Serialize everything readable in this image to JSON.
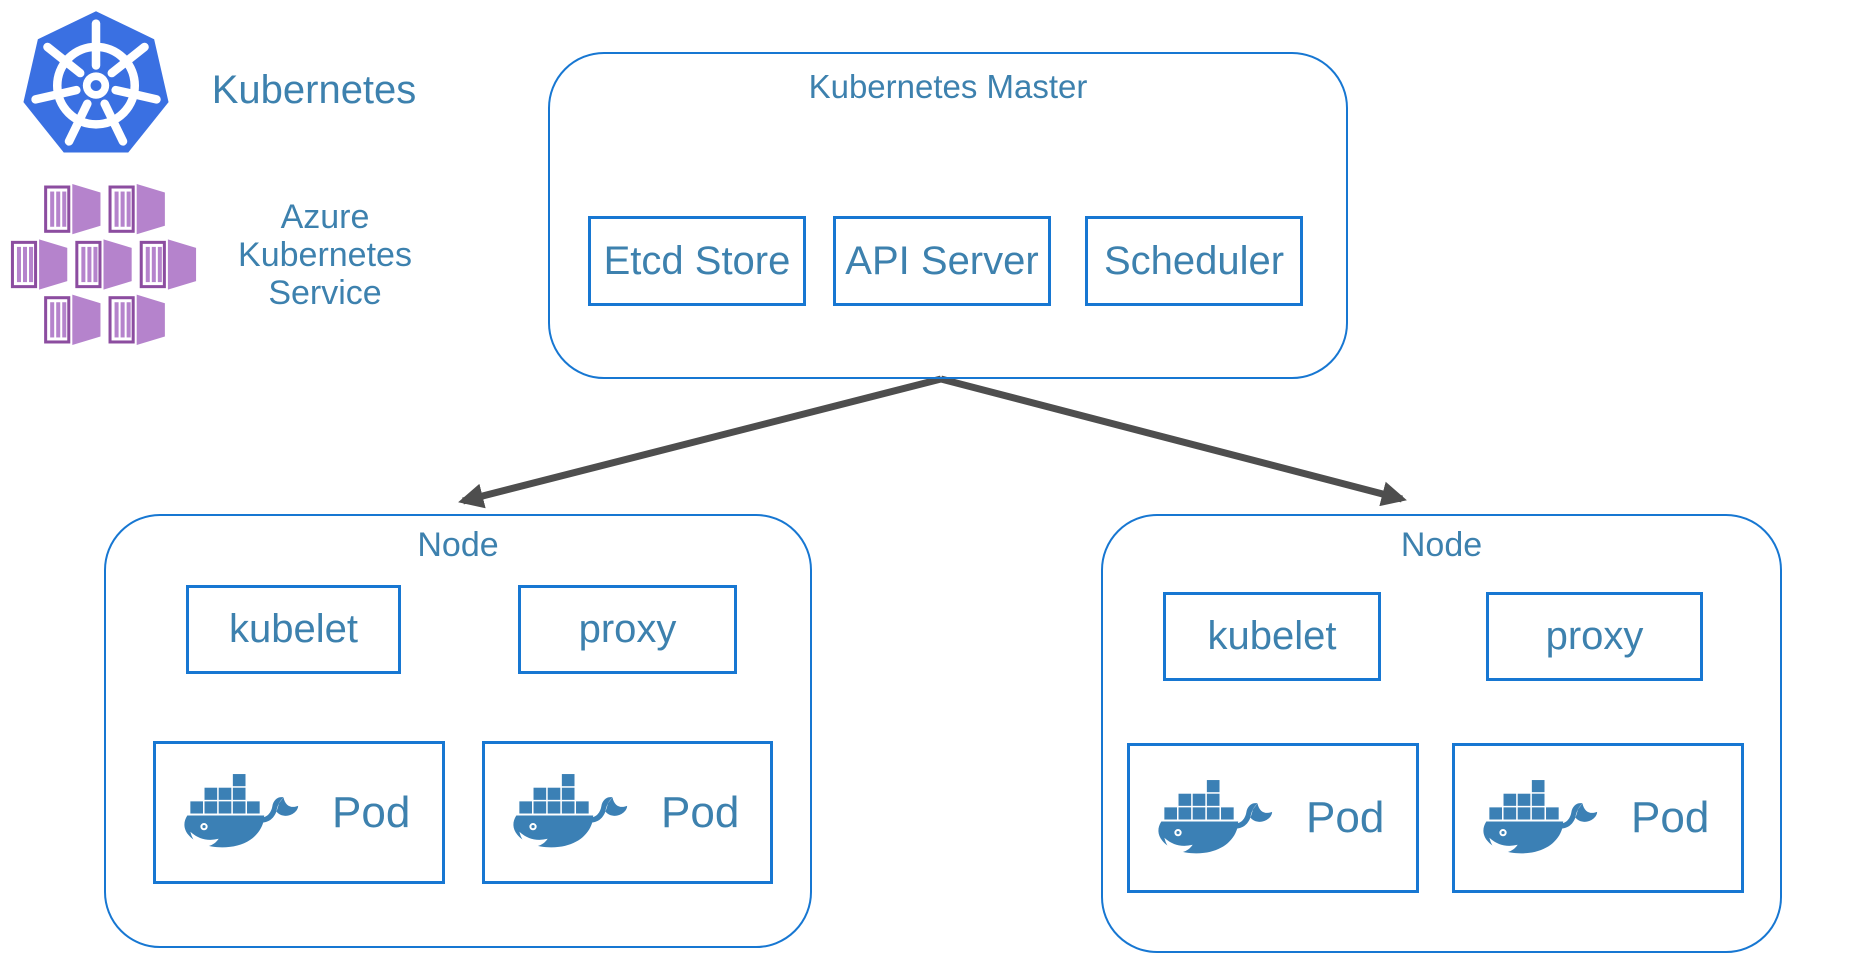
{
  "page": {
    "background": "#ffffff"
  },
  "colors": {
    "border_blue": "#1777D2",
    "text_blue": "#3D81AE",
    "arrow_gray": "#4E4E4E",
    "k8s_blue": "#3A70E2",
    "docker_blue": "#3B80B5",
    "aks_purple_dark": "#8C4DA0",
    "aks_purple_light": "#B583CC"
  },
  "branding": {
    "kubernetes": {
      "label": "Kubernetes",
      "icon": "kubernetes-wheel-icon"
    },
    "aks": {
      "lines": [
        "Azure",
        "Kubernetes",
        "Service"
      ],
      "icon": "azure-kubernetes-service-icon"
    }
  },
  "master": {
    "title": "Kubernetes Master",
    "components": [
      {
        "label": "Etcd Store"
      },
      {
        "label": "API Server"
      },
      {
        "label": "Scheduler"
      }
    ]
  },
  "nodes": [
    {
      "title": "Node",
      "agents": [
        {
          "label": "kubelet"
        },
        {
          "label": "proxy"
        }
      ],
      "pods": [
        {
          "label": "Pod",
          "icon": "docker-whale-icon"
        },
        {
          "label": "Pod",
          "icon": "docker-whale-icon"
        }
      ]
    },
    {
      "title": "Node",
      "agents": [
        {
          "label": "kubelet"
        },
        {
          "label": "proxy"
        }
      ],
      "pods": [
        {
          "label": "Pod",
          "icon": "docker-whale-icon"
        },
        {
          "label": "Pod",
          "icon": "docker-whale-icon"
        }
      ]
    }
  ],
  "connections": [
    {
      "from": "kubernetes-master",
      "to": "node-1"
    },
    {
      "from": "kubernetes-master",
      "to": "node-2"
    }
  ]
}
